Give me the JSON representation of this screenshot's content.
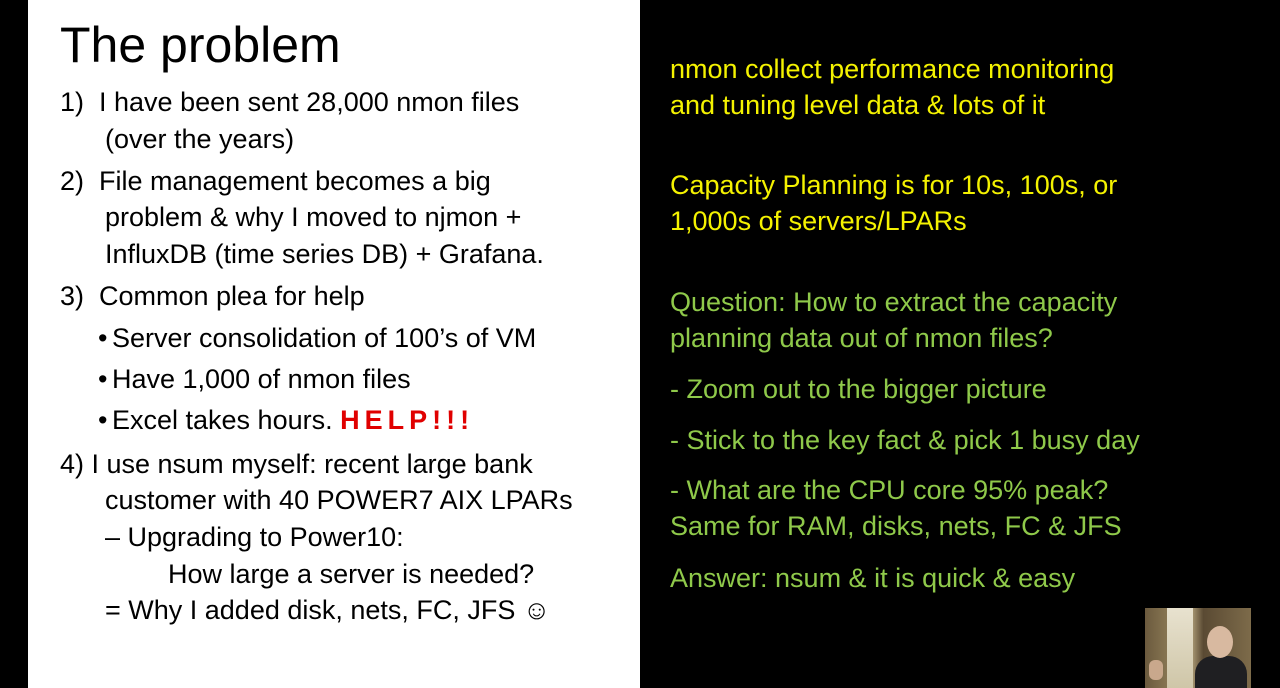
{
  "slide": {
    "title": "The problem",
    "left": {
      "item1_line1": "1)  I have been sent 28,000 nmon files",
      "item1_line2": "(over the years)",
      "item2_line1": "2)  File management becomes a big",
      "item2_line2": "problem & why I moved to njmon +",
      "item2_line3": "InfluxDB (time series DB) + Grafana.",
      "item3": "3)  Common plea for help",
      "bullet1": "Server consolidation of 100’s of VM",
      "bullet2": "Have 1,000 of nmon files",
      "bullet3": "Excel takes hours. ",
      "bullet3_help": "HELP!!!",
      "item4_line1": "4) I use nsum myself: recent large bank",
      "item4_line2": "customer with 40 POWER7 AIX LPARs",
      "item4_line3": "– Upgrading to Power10:",
      "item4_line4": "How large a server is needed?",
      "item4_line5": "= Why I added disk, nets, FC, JFS ☺"
    },
    "right": {
      "p1_line1": "nmon collect performance monitoring",
      "p1_line2": "and tuning level data & lots of it",
      "p2_line1": "Capacity Planning is for 10s, 100s, or",
      "p2_line2": "1,000s of servers/LPARs",
      "q_line1": "Question: How to extract the capacity",
      "q_line2": "planning data out of nmon files?",
      "d1": "- Zoom out to the bigger picture",
      "d2": "- Stick to the key fact & pick 1 busy day",
      "d3_line1": "- What are the CPU core 95% peak?",
      "d3_line2": "Same for  RAM, disks, nets, FC & JFS",
      "answer": "Answer: nsum & it is quick & easy"
    },
    "colors": {
      "yellow_text": "#f4f200",
      "green_text": "#8fc94a",
      "help_red": "#e00000"
    }
  }
}
